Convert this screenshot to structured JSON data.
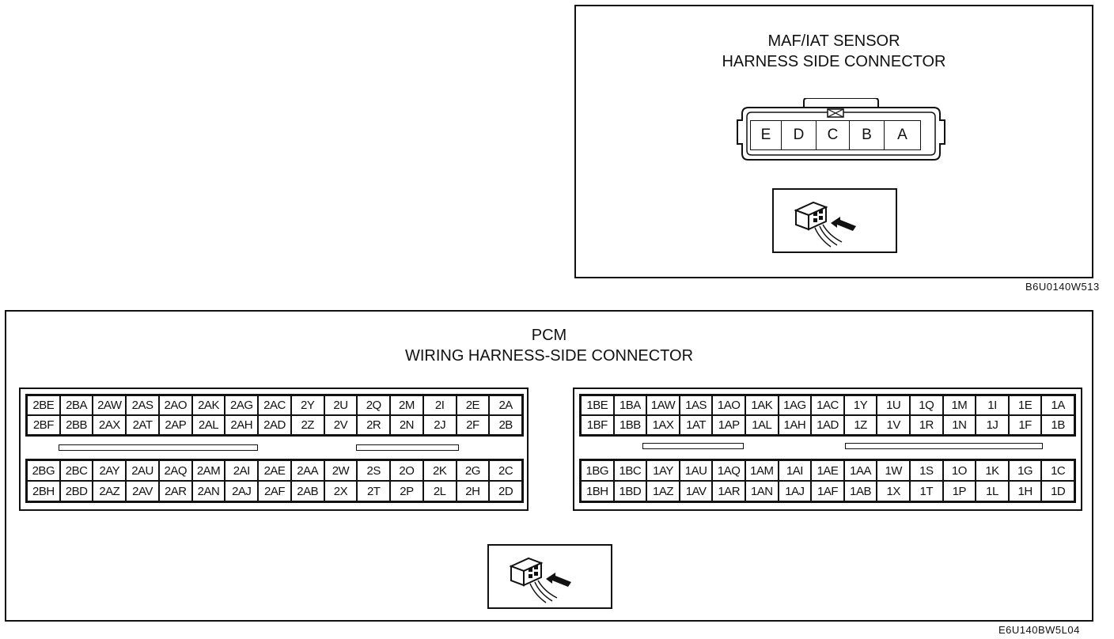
{
  "maf": {
    "title_line1": "MAF/IAT SENSOR",
    "title_line2": "HARNESS SIDE CONNECTOR",
    "pins": [
      "E",
      "D",
      "C",
      "B",
      "A"
    ],
    "code": "B6U0140W513"
  },
  "pcm": {
    "title_line1": "PCM",
    "title_line2": "WIRING HARNESS-SIDE CONNECTOR",
    "code": "E6U140BW5L04",
    "connector2": {
      "top_rows": [
        [
          "2BE",
          "2BA",
          "2AW",
          "2AS",
          "2AO",
          "2AK",
          "2AG",
          "2AC",
          "2Y",
          "2U",
          "2Q",
          "2M",
          "2I",
          "2E",
          "2A"
        ],
        [
          "2BF",
          "2BB",
          "2AX",
          "2AT",
          "2AP",
          "2AL",
          "2AH",
          "2AD",
          "2Z",
          "2V",
          "2R",
          "2N",
          "2J",
          "2F",
          "2B"
        ]
      ],
      "bottom_rows": [
        [
          "2BG",
          "2BC",
          "2AY",
          "2AU",
          "2AQ",
          "2AM",
          "2AI",
          "2AE",
          "2AA",
          "2W",
          "2S",
          "2O",
          "2K",
          "2G",
          "2C"
        ],
        [
          "2BH",
          "2BD",
          "2AZ",
          "2AV",
          "2AR",
          "2AN",
          "2AJ",
          "2AF",
          "2AB",
          "2X",
          "2T",
          "2P",
          "2L",
          "2H",
          "2D"
        ]
      ]
    },
    "connector1": {
      "top_rows": [
        [
          "1BE",
          "1BA",
          "1AW",
          "1AS",
          "1AO",
          "1AK",
          "1AG",
          "1AC",
          "1Y",
          "1U",
          "1Q",
          "1M",
          "1I",
          "1E",
          "1A"
        ],
        [
          "1BF",
          "1BB",
          "1AX",
          "1AT",
          "1AP",
          "1AL",
          "1AH",
          "1AD",
          "1Z",
          "1V",
          "1R",
          "1N",
          "1J",
          "1F",
          "1B"
        ]
      ],
      "bottom_rows": [
        [
          "1BG",
          "1BC",
          "1AY",
          "1AU",
          "1AQ",
          "1AM",
          "1AI",
          "1AE",
          "1AA",
          "1W",
          "1S",
          "1O",
          "1K",
          "1G",
          "1C"
        ],
        [
          "1BH",
          "1BD",
          "1AZ",
          "1AV",
          "1AR",
          "1AN",
          "1AJ",
          "1AF",
          "1AB",
          "1X",
          "1T",
          "1P",
          "1L",
          "1H",
          "1D"
        ]
      ]
    }
  },
  "icons": {
    "maf_view": "connector-view-icon",
    "pcm_view": "connector-view-icon"
  },
  "colors": {
    "line": "#111111",
    "background": "#ffffff"
  }
}
